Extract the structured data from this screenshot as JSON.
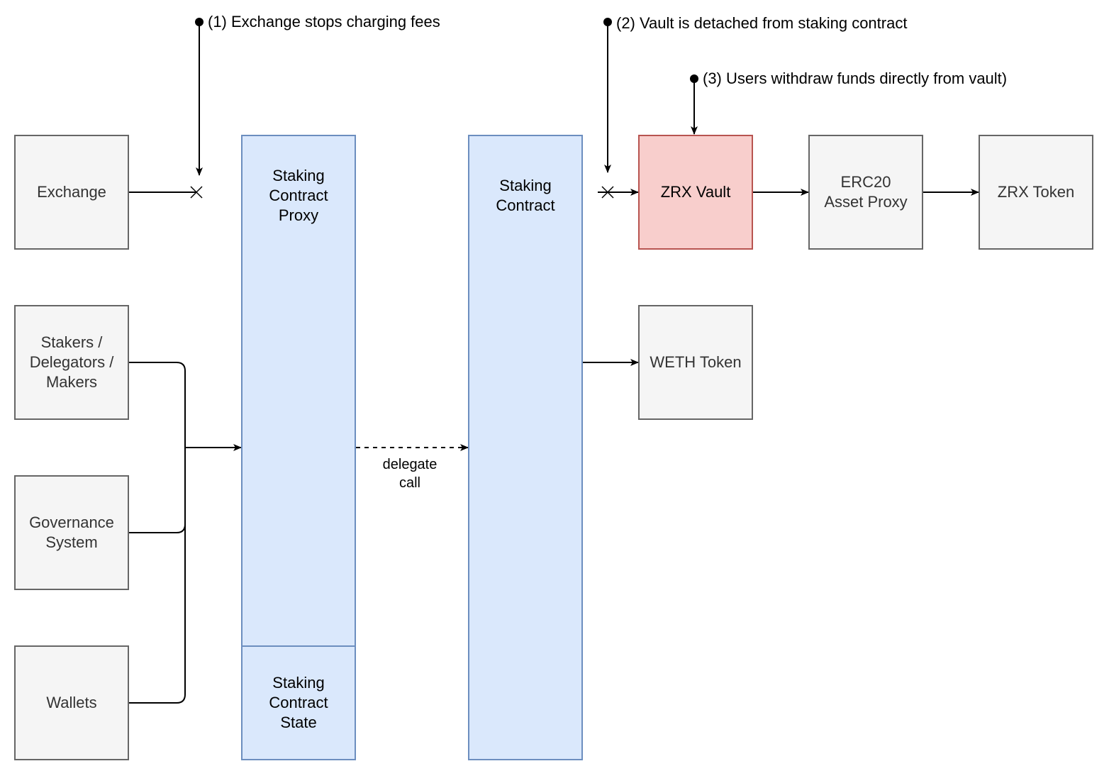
{
  "nodes": {
    "exchange": "Exchange",
    "stakers": "Stakers /\nDelegators /\nMakers",
    "governance": "Governance\nSystem",
    "wallets": "Wallets",
    "staking_proxy": "Staking\nContract\nProxy",
    "staking_state": "Staking\nContract\nState",
    "staking_contract": "Staking\nContract",
    "zrx_vault": "ZRX Vault",
    "erc20_proxy": "ERC20\nAsset Proxy",
    "zrx_token": "ZRX Token",
    "weth_token": "WETH Token"
  },
  "annotations": {
    "step1": "(1) Exchange stops charging fees",
    "step2": "(2) Vault is detached from staking contract",
    "step3": "(3) Users withdraw funds directly from vault)"
  },
  "edge_labels": {
    "delegate_call": "delegate\ncall"
  },
  "colors": {
    "grey_fill": "#f5f5f5",
    "grey_stroke": "#666666",
    "blue_fill": "#dae8fc",
    "blue_stroke": "#6c8ebf",
    "red_fill": "#f8cecc",
    "red_stroke": "#b85450"
  }
}
